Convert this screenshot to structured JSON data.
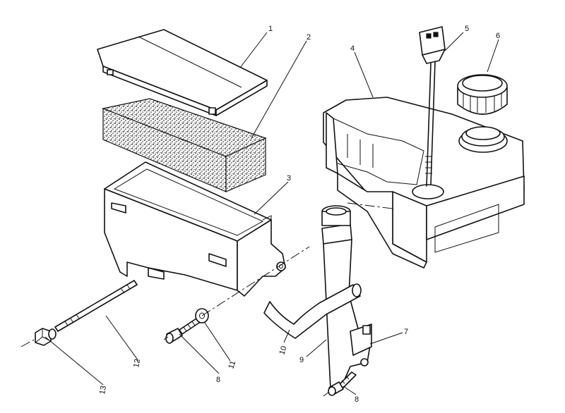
{
  "callouts": {
    "c1": "1",
    "c2": "2",
    "c3": "3",
    "c4": "4",
    "c5": "5",
    "c6": "6",
    "c7": "7",
    "c8a": "8",
    "c8b": "8",
    "c9": "9",
    "c10": "10",
    "c11": "11",
    "c12": "12",
    "c13": "13"
  },
  "colors": {
    "ink": "#111111",
    "paper": "#ffffff"
  }
}
